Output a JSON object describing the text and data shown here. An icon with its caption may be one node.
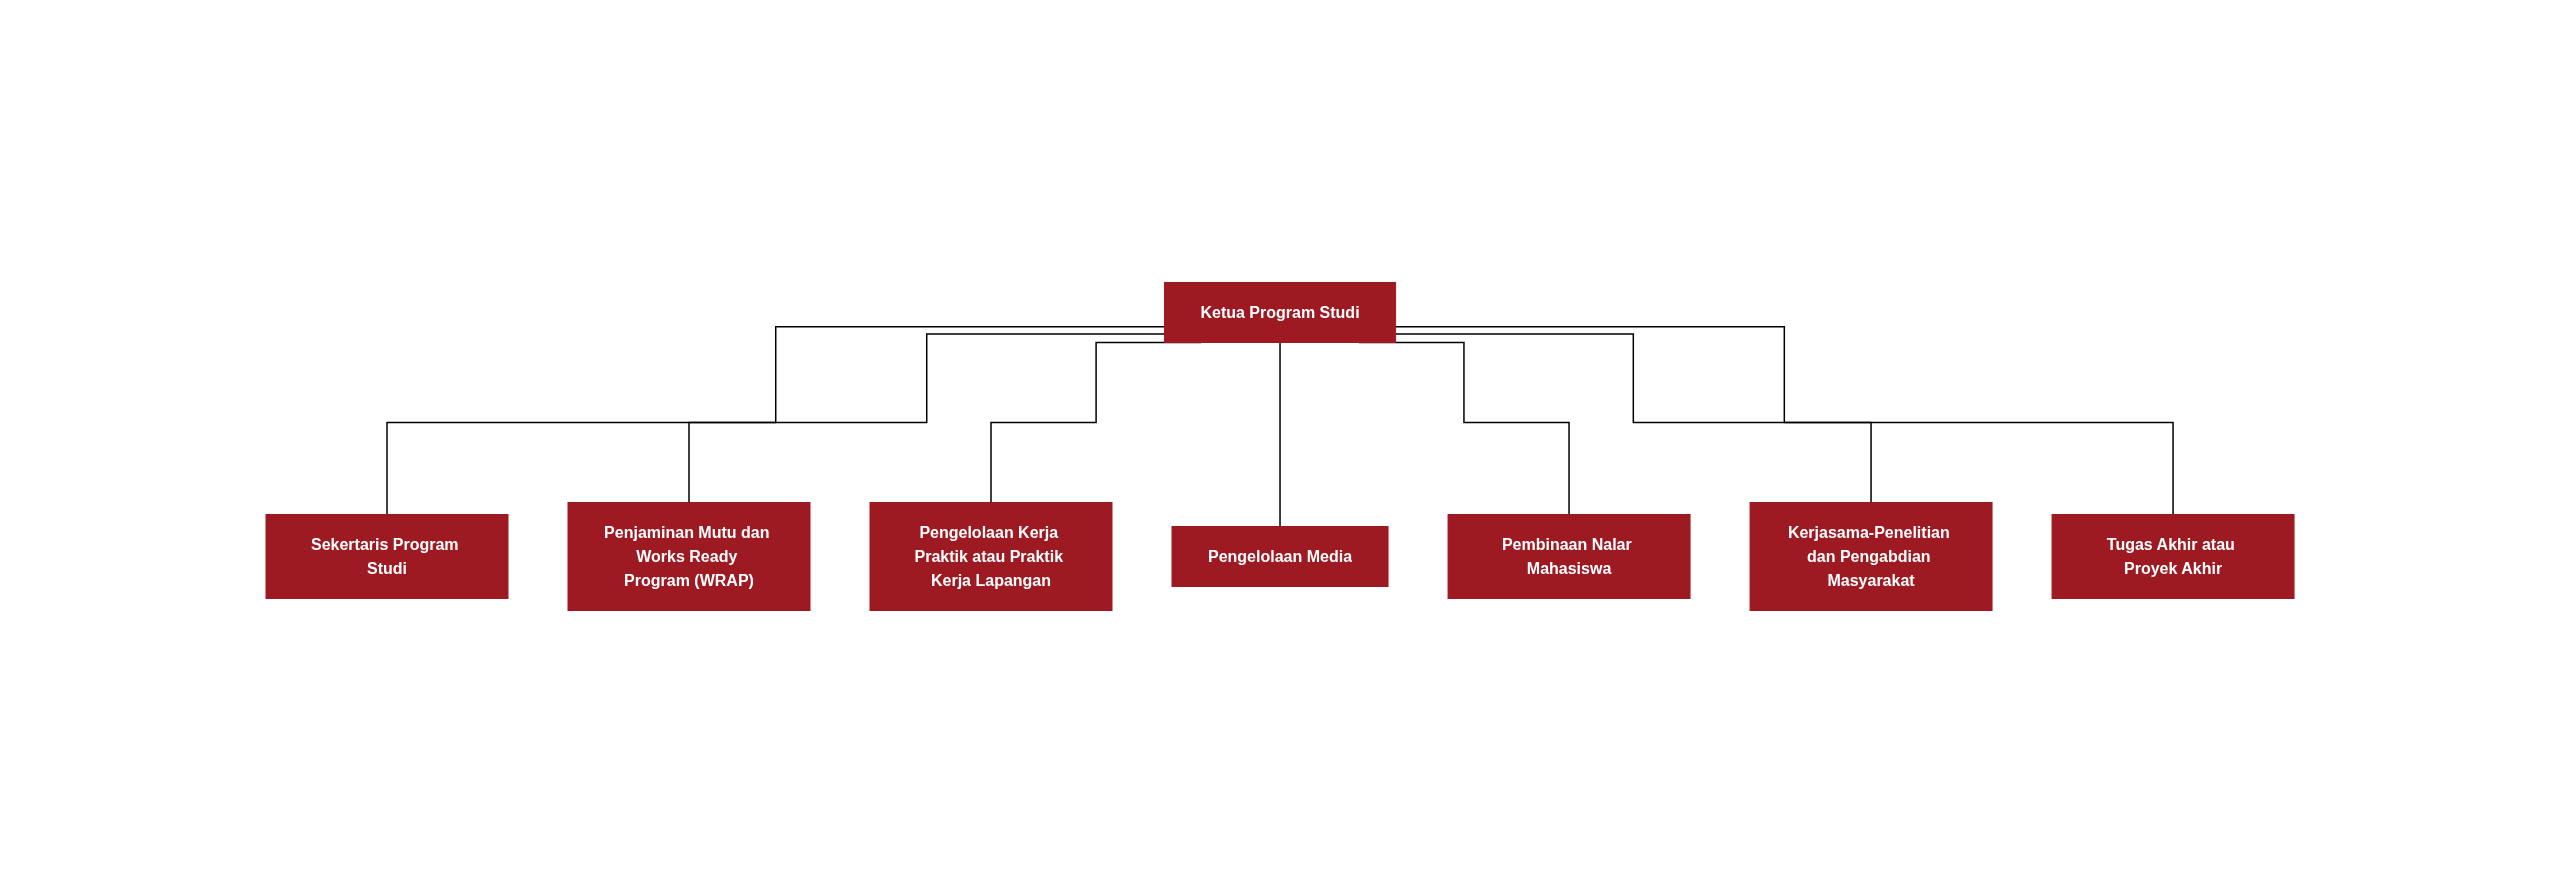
{
  "diagram": {
    "nodes": [
      {
        "text": [
          "Ketua Program Studi"
        ]
      },
      {
        "text": [
          "Sekertaris Program Studi"
        ]
      },
      {
        "text": [
          "Penjaminan Mutu dan Works Ready Program (WRAP)"
        ]
      },
      {
        "text": [
          "Pengelolaan Kerja Praktik atau Praktik Kerja Lapangan"
        ]
      },
      {
        "text": [
          "Pengelolaan Media"
        ]
      },
      {
        "text": [
          "Pembinaan Nalar Mahasiswa"
        ]
      },
      {
        "text": [
          "Kerjasama-Penelitian dan Pengabdian Masyarakat"
        ]
      },
      {
        "text": [
          "Tugas Akhir atau Proyek Akhir"
        ]
      }
    ],
    "edges": [
      {
        "from": 0,
        "to": 1,
        "arrow": "none"
      },
      {
        "from": 0,
        "to": 2,
        "arrow": "none"
      },
      {
        "from": 0,
        "to": 3,
        "arrow": "none"
      },
      {
        "from": 0,
        "to": 4,
        "arrow": "none"
      },
      {
        "from": 0,
        "to": 5,
        "arrow": "none"
      },
      {
        "from": 0,
        "to": 6,
        "arrow": "none"
      },
      {
        "from": 0,
        "to": 7,
        "arrow": "none"
      }
    ]
  }
}
